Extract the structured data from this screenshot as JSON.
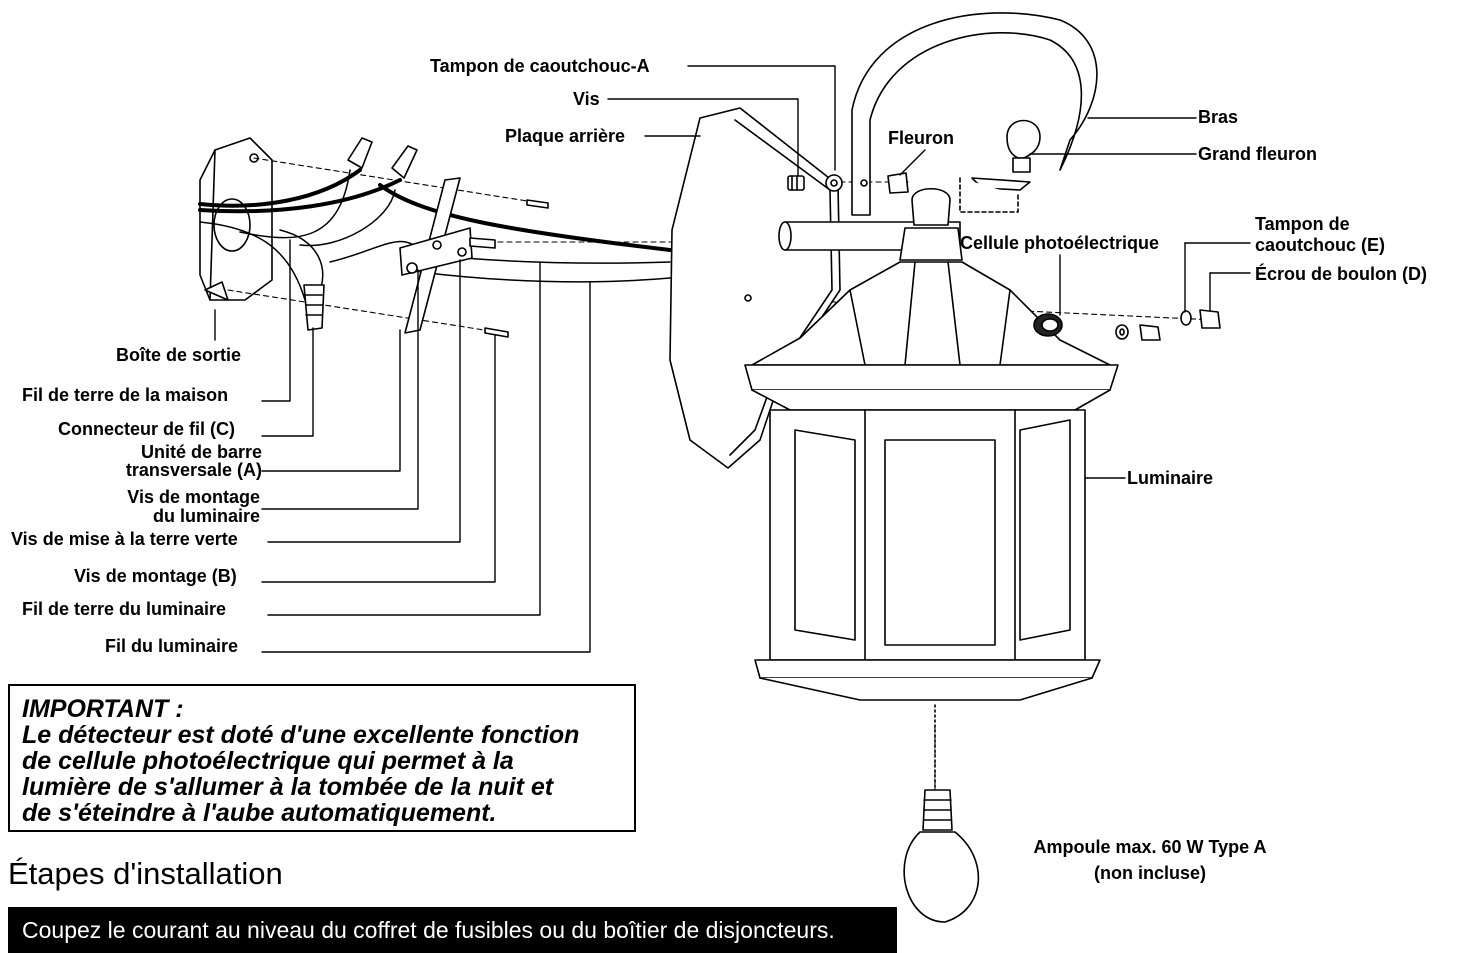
{
  "labels": {
    "tampon_a": "Tampon de caoutchouc-A",
    "vis": "Vis",
    "plaque": "Plaque arrière",
    "fleuron": "Fleuron",
    "bras": "Bras",
    "grand_fleuron": "Grand fleuron",
    "tampon_e_1": "Tampon de",
    "tampon_e_2": "caoutchouc (E)",
    "ecrou": "Écrou de boulon (D)",
    "cellule": "Cellule photoélectrique",
    "boite": "Boîte de sortie",
    "fil_terre_maison": "Fil de terre de la maison",
    "connecteur": "Connecteur de fil (C)",
    "unite_1": "Unité de barre",
    "unite_2": "transversale (A)",
    "vis_montage_lum_1": "Vis de montage",
    "vis_montage_lum_2": "du luminaire",
    "vis_terre_verte": "Vis de mise à la terre verte",
    "vis_montage_b": "Vis de montage (B)",
    "fil_terre_lum": "Fil de terre du luminaire",
    "fil_lum": "Fil du luminaire",
    "luminaire": "Luminaire",
    "ampoule_1": "Ampoule max. 60 W Type A",
    "ampoule_2": "(non incluse)"
  },
  "important": {
    "title": "IMPORTANT :",
    "line1": "Le détecteur est doté d'une excellente fonction",
    "line2": "de cellule photoélectrique qui permet à la",
    "line3": "lumière de s'allumer à la tombée de la nuit et",
    "line4": "de s'éteindre à l'aube automatiquement."
  },
  "steps": {
    "title": "Étapes d'installation",
    "step1": "Coupez le courant au niveau du coffret de fusibles ou du boîtier de disjoncteurs."
  }
}
